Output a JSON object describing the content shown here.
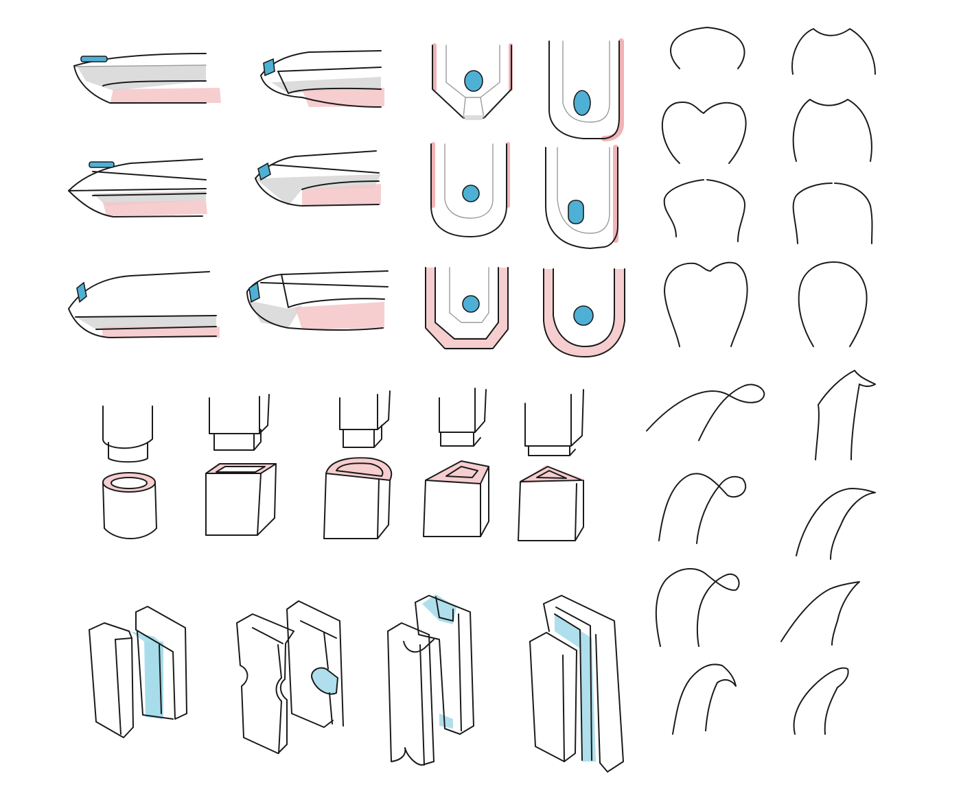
{
  "sheet": {
    "background": "#ffffff",
    "colors": {
      "ink": "#1a1a1a",
      "accent_pink": "#f4c6c8",
      "accent_blue": "#4fb0d6",
      "shadow_gray": "#dcdcdc"
    }
  },
  "sections": {
    "side_profiles": {
      "count": 6
    },
    "top_views": {
      "count": 6
    },
    "silhouettes": {
      "count": 8
    },
    "cap_joints": {
      "count": 5
    },
    "curve_studies": {
      "count": 8
    },
    "interlocking_blocks": {
      "count": 4
    }
  }
}
